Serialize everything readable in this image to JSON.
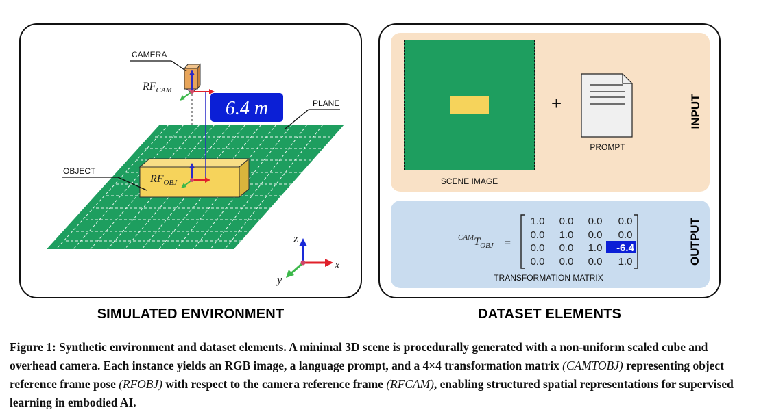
{
  "left_panel": {
    "title": "SIMULATED ENVIRONMENT",
    "camera_label": "CAMERA",
    "plane_label": "PLANE",
    "object_label": "OBJECT",
    "rf_cam_base": "RF",
    "rf_cam_sub": "CAM",
    "rf_obj_base": "RF",
    "rf_obj_sub": "OBJ",
    "distance_label": "6.4 m",
    "axis_z": "z",
    "axis_x": "x",
    "axis_y": "y"
  },
  "right_panel": {
    "title": "DATASET ELEMENTS",
    "input_label": "INPUT",
    "output_label": "OUTPUT",
    "scene_image_label": "SCENE IMAGE",
    "plus": "+",
    "prompt_label": "PROMPT",
    "matrix_label": "TRANSFORMATION MATRIX",
    "matrix_lhs_sup": "CAM",
    "matrix_lhs_base": "T",
    "matrix_lhs_sub": "OBJ",
    "matrix_equals": "=",
    "matrix_rows": [
      [
        "1.0",
        "0.0",
        "0.0",
        "0.0"
      ],
      [
        "0.0",
        "1.0",
        "0.0",
        "0.0"
      ],
      [
        "0.0",
        "0.0",
        "1.0",
        "-6.4"
      ],
      [
        "0.0",
        "0.0",
        "0.0",
        "1.0"
      ]
    ],
    "highlight_cell": "-6.4"
  },
  "caption": {
    "figure_label": "Figure 1:",
    "text_1": "Synthetic environment and dataset elements. A minimal 3D scene is procedurally generated with a non-uniform scaled cube and overhead camera. Each instance yields an RGB image, a language prompt, and a 4×4 transformation matrix",
    "math_1": "(CAMTOBJ)",
    "text_2": "representing object reference frame pose",
    "math_2": "(RFOBJ)",
    "text_3": "with respect to the camera reference frame",
    "math_3": "(RFCAM)",
    "text_4": ", enabling structured spatial representations for supervised learning in embodied AI."
  },
  "colors": {
    "plane_green": "#1e9e5f",
    "object_yellow": "#f6d35b",
    "camera_orange": "#e8a55a",
    "highlight_blue": "#0b1fd6",
    "input_bg": "#f9e1c6",
    "output_bg": "#c9dcef"
  }
}
